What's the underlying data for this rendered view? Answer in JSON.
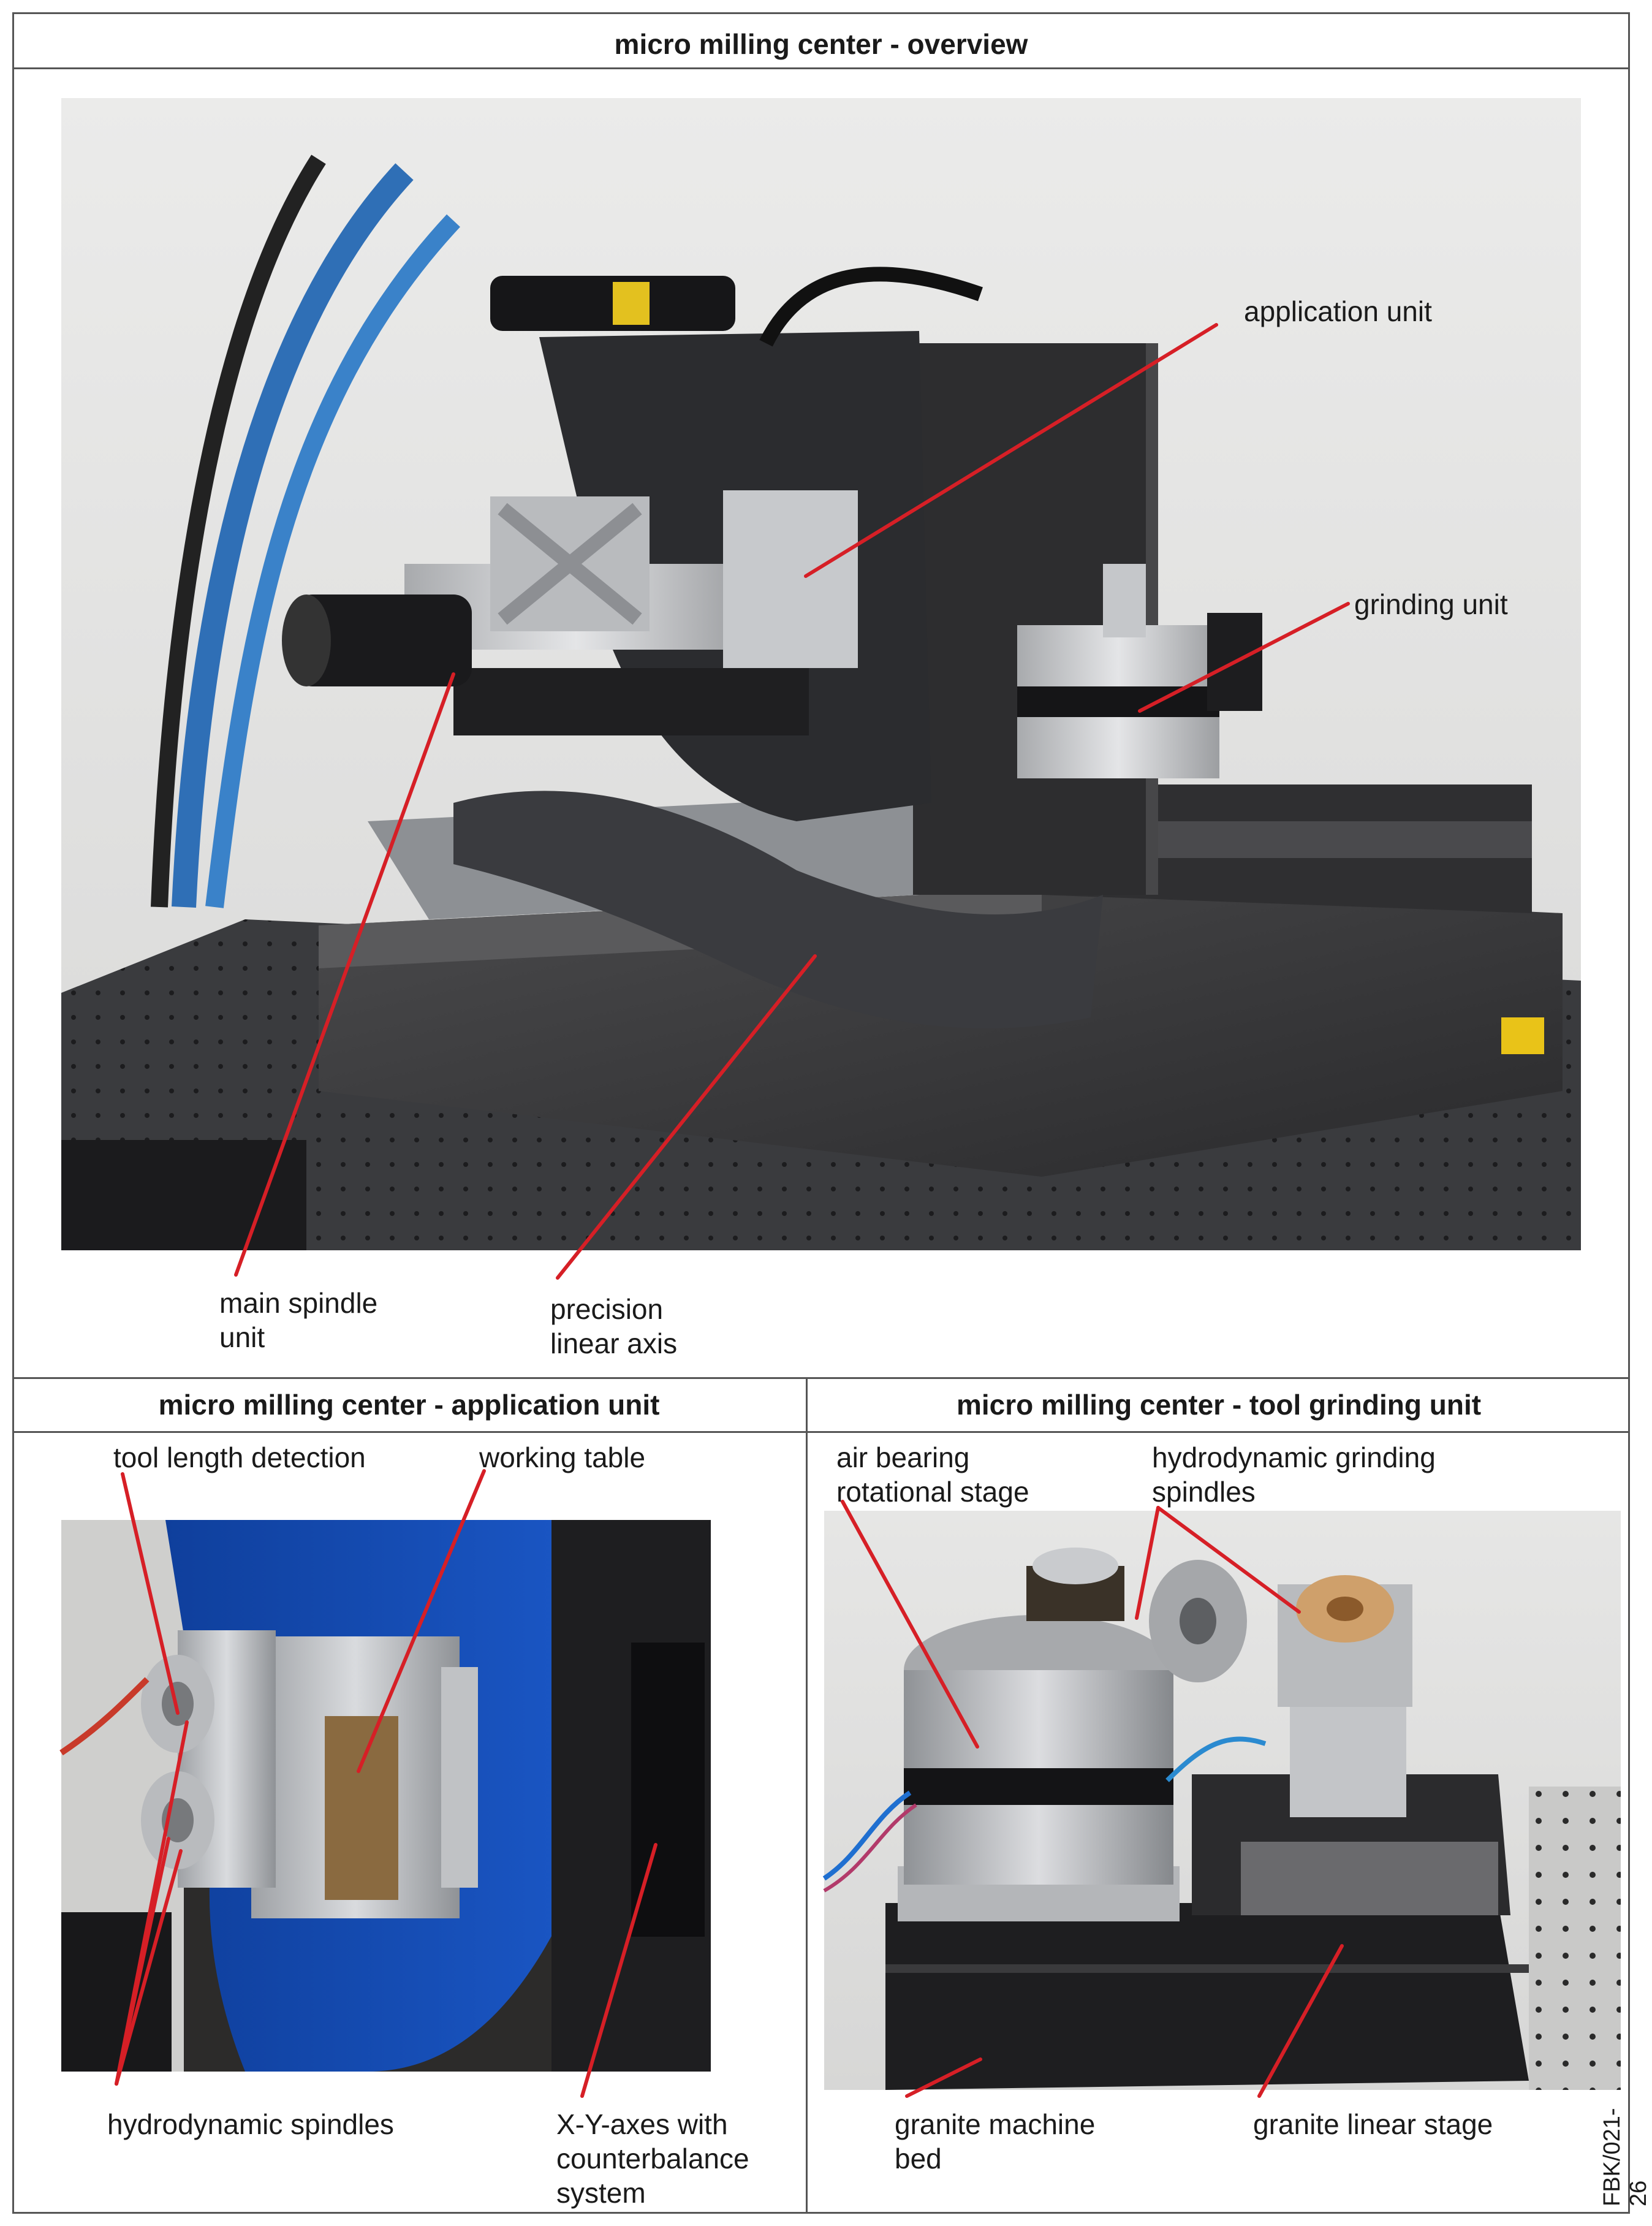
{
  "overview": {
    "title": "micro milling center - overview",
    "labels": {
      "application_unit": "application unit",
      "grinding_unit": "grinding unit",
      "main_spindle_unit": "main spindle\nunit",
      "precision_linear_axis": "precision\nlinear axis"
    }
  },
  "application": {
    "title": "micro milling center - application unit",
    "labels": {
      "tool_length_detection": "tool length detection",
      "working_table": "working table",
      "hydrodynamic_spindles": "hydrodynamic spindles",
      "xy_axes": "X-Y-axes with\ncounterbalance\nsystem"
    }
  },
  "grinding": {
    "title": "micro milling center - tool grinding unit",
    "labels": {
      "air_bearing": "air bearing\nrotational stage",
      "hydrodynamic_grinding": "hydrodynamic grinding\nspindles",
      "granite_machine_bed": "granite machine\nbed",
      "granite_linear_stage": "granite linear stage"
    }
  },
  "document_code": "FBK/021-26",
  "colors": {
    "callout_line": "#d61f26",
    "rule": "#555555"
  }
}
